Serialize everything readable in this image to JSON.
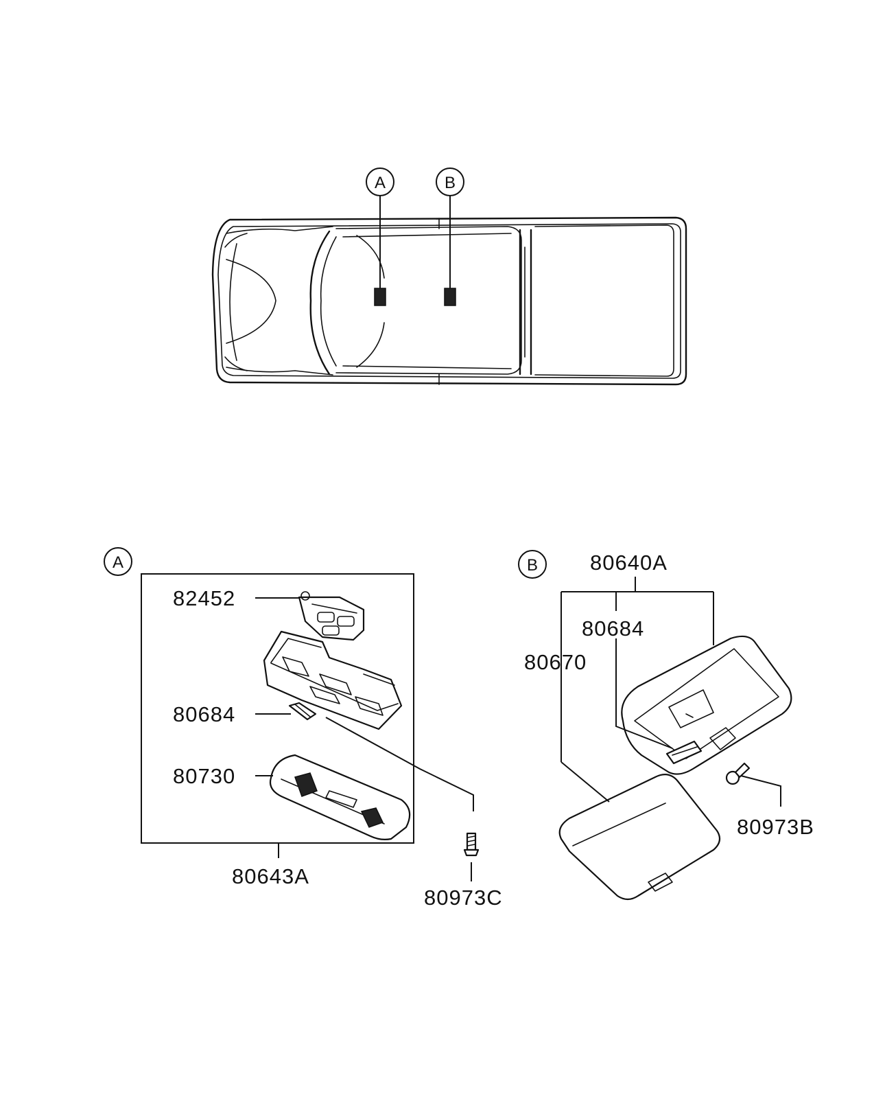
{
  "callouts": {
    "a": "A",
    "b": "B"
  },
  "section_a": {
    "marker": "A",
    "labels": {
      "p82452": "82452",
      "p80684": "80684",
      "p80730": "80730",
      "p80643a": "80643A",
      "p80973c": "80973C"
    }
  },
  "section_b": {
    "marker": "B",
    "labels": {
      "p80640a": "80640A",
      "p80684": "80684",
      "p80670": "80670",
      "p80973b": "80973B"
    }
  }
}
